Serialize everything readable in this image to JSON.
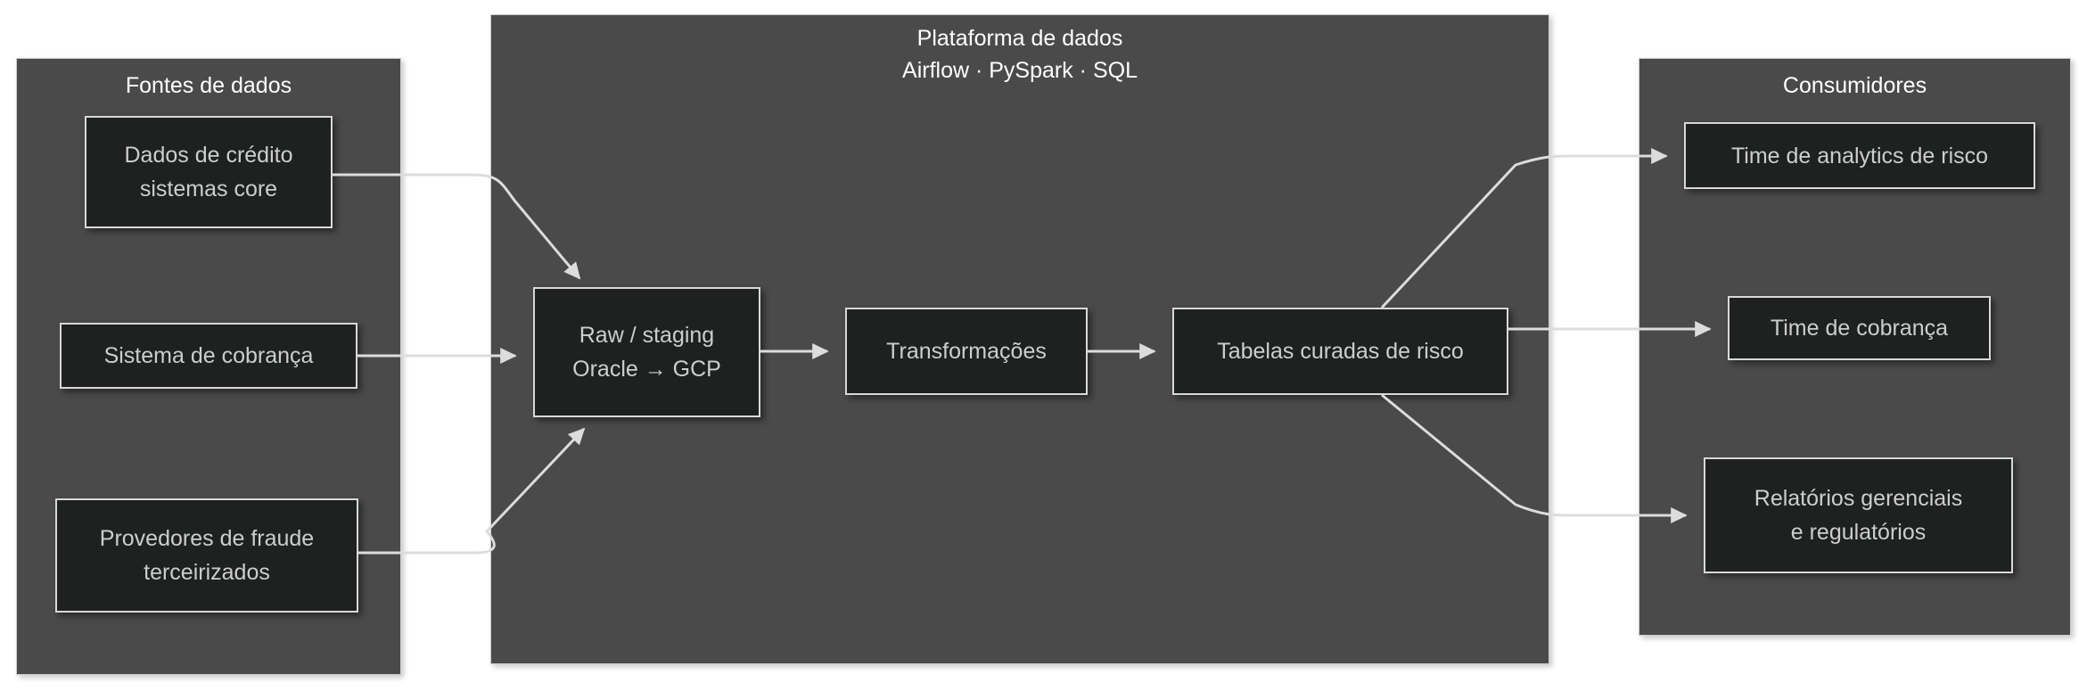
{
  "diagram": {
    "type": "flow-diagram",
    "background_color": "#ffffff",
    "panel_color": "#4a4a4a",
    "node_color": "#1f2121",
    "node_border_color": "#d8d8d8",
    "edge_color": "#dcdcdc",
    "panel_title_color": "#ffffff",
    "node_text_color": "#cdcdcd"
  },
  "panels": {
    "sources": {
      "title": "Fontes de dados",
      "nodes": [
        {
          "id": "credito",
          "label": "Dados de crédito\nsistemas core"
        },
        {
          "id": "cobranca",
          "label": "Sistema de cobrança"
        },
        {
          "id": "fraude",
          "label": "Provedores de fraude\nterceirizados"
        }
      ]
    },
    "platform": {
      "title": "Plataforma de dados",
      "subtitle": "Airflow · PySpark · SQL",
      "nodes": [
        {
          "id": "raw",
          "label": "Raw / staging\nOracle → GCP"
        },
        {
          "id": "transform",
          "label": "Transformações"
        },
        {
          "id": "curated",
          "label": "Tabelas curadas de risco"
        }
      ]
    },
    "consumers": {
      "title": "Consumidores",
      "nodes": [
        {
          "id": "analytics",
          "label": "Time de analytics de risco"
        },
        {
          "id": "cobranca_team",
          "label": "Time de cobrança"
        },
        {
          "id": "relatorios",
          "label": "Relatórios gerenciais\ne regulatórios"
        }
      ]
    }
  },
  "edges": [
    {
      "from": "credito",
      "to": "raw",
      "arrow": true
    },
    {
      "from": "cobranca",
      "to": "raw",
      "arrow": true
    },
    {
      "from": "fraude",
      "to": "raw",
      "arrow": true
    },
    {
      "from": "raw",
      "to": "transform",
      "arrow": true
    },
    {
      "from": "transform",
      "to": "curated",
      "arrow": true
    },
    {
      "from": "curated",
      "to": "analytics",
      "arrow": true
    },
    {
      "from": "curated",
      "to": "cobranca_team",
      "arrow": true
    },
    {
      "from": "curated",
      "to": "relatorios",
      "arrow": true
    }
  ]
}
